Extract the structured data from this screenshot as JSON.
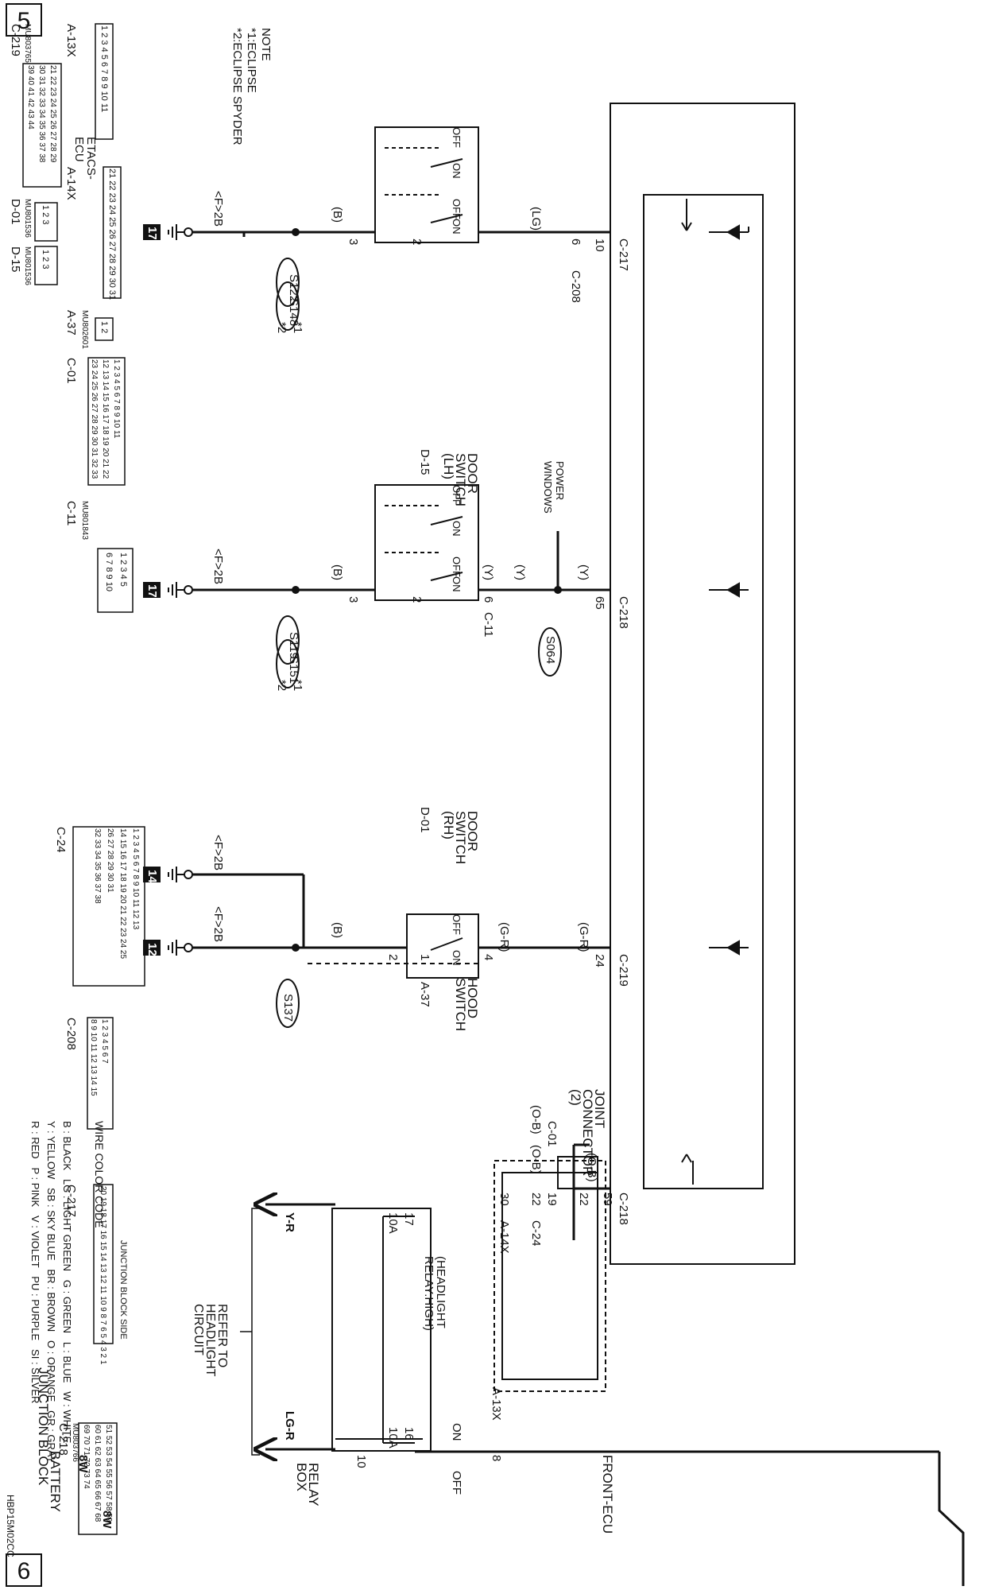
{
  "page_numbers": {
    "left": "5",
    "right": "6"
  },
  "junction_block": {
    "title": "JUNCTION BLOCK",
    "ecu_label": "ETACS-\nECU"
  },
  "battery": {
    "label": "BATTERY",
    "wire1": "8W",
    "wire2": "8W"
  },
  "front_ecu": {
    "label": "FRONT-ECU",
    "connector": "A-13X",
    "pin_top": "8",
    "pin_bottom": "10",
    "relay_label": "(HEADLIGHT\nRELAY:HIGH)",
    "on": "ON",
    "off": "OFF"
  },
  "relay_box": {
    "label": "RELAY\nBOX",
    "fuse1_no": "17",
    "fuse1_rating": "10A",
    "fuse1_wire": "Y-R",
    "fuse2_no": "16",
    "fuse2_rating": "10A",
    "fuse2_wire": "LG-R",
    "refer": "REFER TO\nHEADLIGHT\nCIRCUIT"
  },
  "note": {
    "title": "NOTE",
    "line1": "*1:ECLIPSE",
    "line2": "*2:ECLIPSE SPYDER"
  },
  "door_lh": {
    "name": "DOOR\nSWITCH\n(LH)",
    "connector": "D-15",
    "pin2": "2",
    "pin3": "3",
    "wire_top": "(LG)",
    "wire_bottom": "(B)",
    "jb_pin": "10",
    "jb_conn": "C-217",
    "jb_pin2": "6",
    "jb_conn2": "C-208",
    "splice1": "S122",
    "splice2": "S148",
    "star1": "*1",
    "star2": "*2",
    "ground": "17",
    "ground_label": "<F>2B",
    "off1": "OFF",
    "on1": "ON",
    "off2": "OFF",
    "on2": "ON"
  },
  "door_rh": {
    "name": "DOOR\nSWITCH\n(RH)",
    "connector": "D-01",
    "pin2": "2",
    "pin3": "3",
    "wire_top": "(Y)",
    "wire_mid": "(Y)",
    "wire_low": "(Y)",
    "wire_bottom": "(B)",
    "jb_pin": "65",
    "jb_conn": "C-218",
    "c11_pin": "6",
    "c11_conn": "C-11",
    "power_windows": "POWER\nWINDOWS",
    "splice_s064": "S064",
    "splice1": "S119",
    "splice2": "S151",
    "star1": "*1",
    "star2": "*2",
    "ground": "17",
    "ground_label": "<F>2B",
    "off1": "OFF",
    "on1": "ON",
    "off2": "OFF",
    "on2": "ON"
  },
  "hood": {
    "name": "HOOD\nSWITCH",
    "connector": "A-37",
    "pin1": "1",
    "pin2": "2",
    "wire_top": "(G-R)",
    "wire_mid": "(G-R)",
    "wire_bottom": "(B)",
    "jb_pin": "24",
    "jb_conn": "C-219",
    "pin4": "4",
    "splice": "S137",
    "ground1": "14",
    "ground2": "12",
    "ground_label1": "<F>2B",
    "ground_label2": "<F>2B",
    "off": "OFF",
    "on": "ON"
  },
  "joint": {
    "name": "JOINT\nCONNECTOR\n(2)",
    "connector": "C-01",
    "wire_top": "(O-B)",
    "wire_mid": "(O-B)",
    "wire_low": "(O-B)",
    "pin22": "22",
    "pin19": "19",
    "pin22b": "22",
    "pin30": "30",
    "a14x": "A-14X",
    "c24": "C-24",
    "jb_pin": "59",
    "jb_conn": "C-218"
  },
  "connectors": {
    "a13x": {
      "label": "A-13X",
      "row1": "1 2 3 4 5 6 7 8 9 10 11"
    },
    "a14x": {
      "label": "A-14X",
      "row1": "21 22 23 24 25 26 27 28 29 30 31"
    },
    "a37": {
      "label": "A-37",
      "part": "MU802601",
      "row1": "1 2"
    },
    "c01": {
      "label": "C-01",
      "row1": "1 2 3 4 5 6 7 8 9 10 11",
      "row2": "12 13 14 15 16 17 18 19 20 21 22",
      "row3": "23 24 25 26 27 28 29 30 31 32 33"
    },
    "c11": {
      "label": "C-11",
      "part": "MU801843",
      "row1": "1 2 3 4 5",
      "row2": "6 7 8 9 10"
    },
    "c24": {
      "label": "C-24",
      "row1": "1 2 3 4 5 6 7 8 9 10 11 12 13",
      "row2": "14 15 16 17 18 19 20 21 22 23 24 25",
      "row3": "26 27 28 29 30 31",
      "row4": "32 33 34 35 36 37 38"
    },
    "c208": {
      "label": "C-208",
      "row1": "1 2 3 4 5 6 7",
      "row2": "8 9 10 11 12 13 14 15"
    },
    "c217": {
      "label": "C-217",
      "side": "JUNCTION BLOCK SIDE",
      "row1": "20 19 18 17 16 15 14 13 12 11 10 9 8 7 6 5 4 3 2 1"
    },
    "c218": {
      "label": "C-218",
      "part": "MU803766",
      "row1": "51 52 53 54 55 56 57 58 59",
      "row2": "60 61 62 63 64 65 66 67 68",
      "row3": "69 70 71 72 73 74"
    },
    "c219": {
      "label": "C-219",
      "part": "MU803765",
      "row1": "21 22 23 24 25 26 27 28 29",
      "row2": "30 31 32 33 34 35 36 37 38",
      "row3": "39 40 41 42 43 44"
    },
    "d01": {
      "label": "D-01",
      "part": "MU801536",
      "row1": "1 2 3"
    },
    "d15": {
      "label": "D-15",
      "part": "MU801536",
      "row1": "1 2 3"
    }
  },
  "wire_code": {
    "title": "WIRE COLOR CODE",
    "line1": "B : BLACK   LG : LIGHT GREEN   G : GREEN   L : BLUE   W : WHITE",
    "line2": "Y : YELLOW   SB : SKY BLUE   BR : BROWN   O : ORANGE   GR : GRAY",
    "line3": "R : RED   P : PINK   V : VIOLET   PU : PURPLE   SI : SILVER"
  },
  "doc_code": "HBP15M02CC"
}
